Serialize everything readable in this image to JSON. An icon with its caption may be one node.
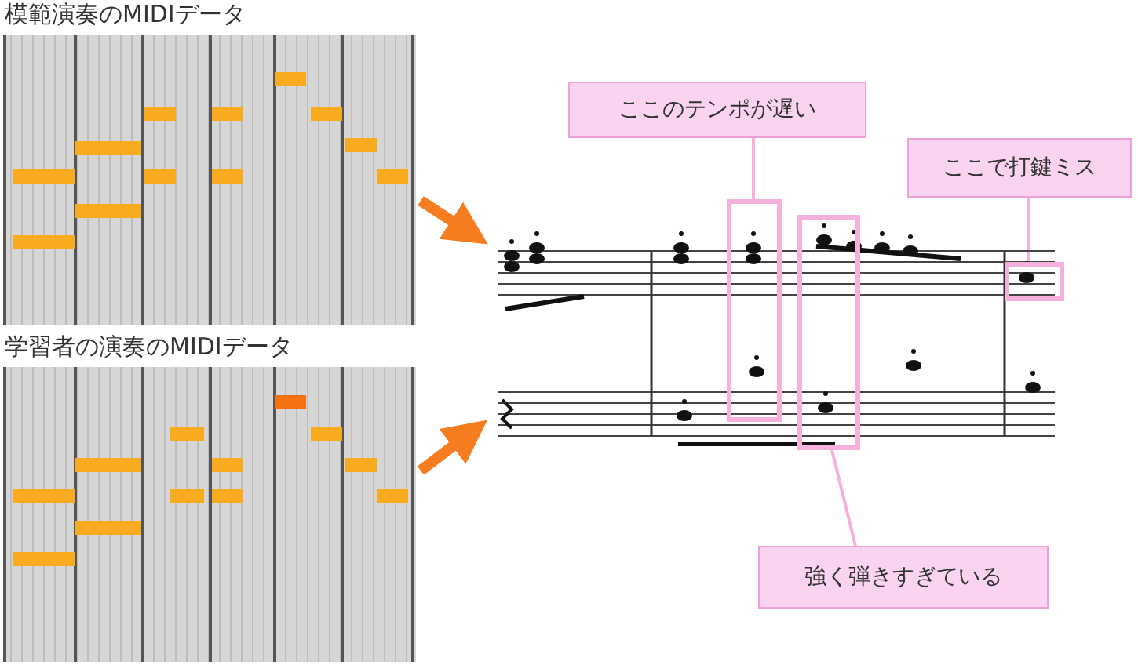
{
  "diagram": {
    "nodes": [
      {
        "text": [
          "模範演奏のMIDIデータ"
        ]
      },
      {
        "text": [
          "学習者の演奏のMIDIデータ"
        ]
      },
      {
        "text": [],
        "shape": "picture"
      },
      {
        "text": [],
        "shape": "box",
        "in": 2
      },
      {
        "text": [],
        "shape": "box",
        "in": 2
      },
      {
        "text": [],
        "shape": "box",
        "in": 2
      },
      {
        "text": [
          "ここのテンポが遅い"
        ]
      },
      {
        "text": [
          "ここで打鍵ミス"
        ]
      },
      {
        "text": [
          "強く弾きすぎている"
        ]
      }
    ],
    "edges": [
      {
        "from": 0,
        "to": 2,
        "arrow": "to",
        "style": "thick",
        "color": "#f57c1f"
      },
      {
        "from": 1,
        "to": 2,
        "arrow": "to",
        "style": "thick",
        "color": "#f57c1f"
      },
      {
        "from": 6,
        "to": 3,
        "arrow": "none"
      },
      {
        "from": 7,
        "to": 5,
        "arrow": "none"
      },
      {
        "from": 8,
        "to": 4,
        "arrow": "none"
      }
    ]
  }
}
